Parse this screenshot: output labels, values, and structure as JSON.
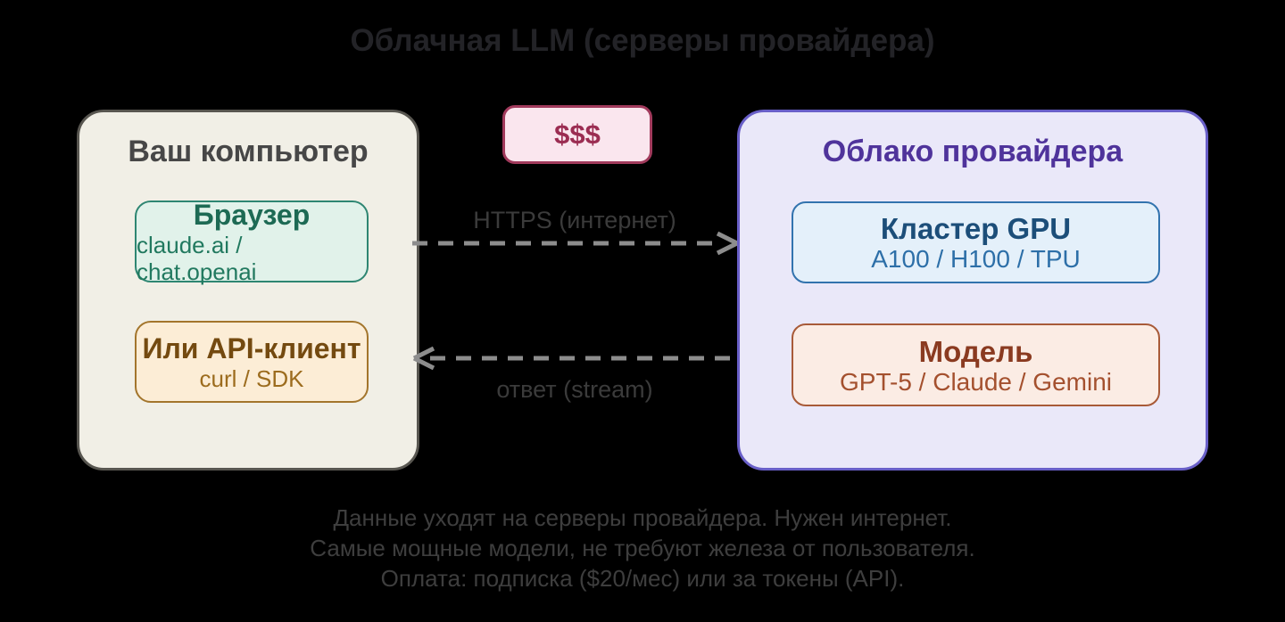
{
  "title": "Облачная LLM (серверы провайдера)",
  "left_panel": {
    "title": "Ваш компьютер",
    "browser_card": {
      "title": "Браузер",
      "subtitle": "claude.ai / chat.openai"
    },
    "api_card": {
      "title": "Или API-клиент",
      "subtitle": "curl / SDK"
    }
  },
  "cost_badge": {
    "label": "$$$"
  },
  "right_panel": {
    "title": "Облако провайдера",
    "gpu_card": {
      "title": "Кластер GPU",
      "subtitle": "A100 / H100 / TPU"
    },
    "model_card": {
      "title": "Модель",
      "subtitle": "GPT-5 / Claude / Gemini"
    }
  },
  "arrows": {
    "request": {
      "label": "HTTPS (интернет)",
      "direction": "right"
    },
    "response": {
      "label": "ответ (stream)",
      "direction": "left"
    }
  },
  "footer": {
    "line1": "Данные уходят на серверы провайдера. Нужен интернет.",
    "line2": "Самые мощные модели, не требуют железа от пользователя.",
    "line3": "Оплата: подписка ($20/мес) или за токены (API)."
  },
  "palette": {
    "background": "#000000",
    "computer_panel_bg": "#f1efe6",
    "computer_panel_border": "#585650",
    "cloud_panel_bg": "#eae8f9",
    "cloud_panel_border": "#695fc8",
    "browser_card_bg": "#e1f2ea",
    "browser_card_border": "#2e8672",
    "browser_text": "#1d6a54",
    "api_card_bg": "#fcedd6",
    "api_card_border": "#a3752c",
    "api_text": "#744a10",
    "cost_badge_bg": "#fae6ee",
    "cost_badge_border": "#a13a5c",
    "cost_text": "#9b2d52",
    "gpu_card_bg": "#e4f0fa",
    "gpu_card_border": "#3273ae",
    "gpu_text": "#1c4e79",
    "model_card_bg": "#fbece4",
    "model_card_border": "#a85a38",
    "model_text": "#8a3a20",
    "arrow_color": "#8d8d8d",
    "label_color": "#3b3b3b"
  }
}
